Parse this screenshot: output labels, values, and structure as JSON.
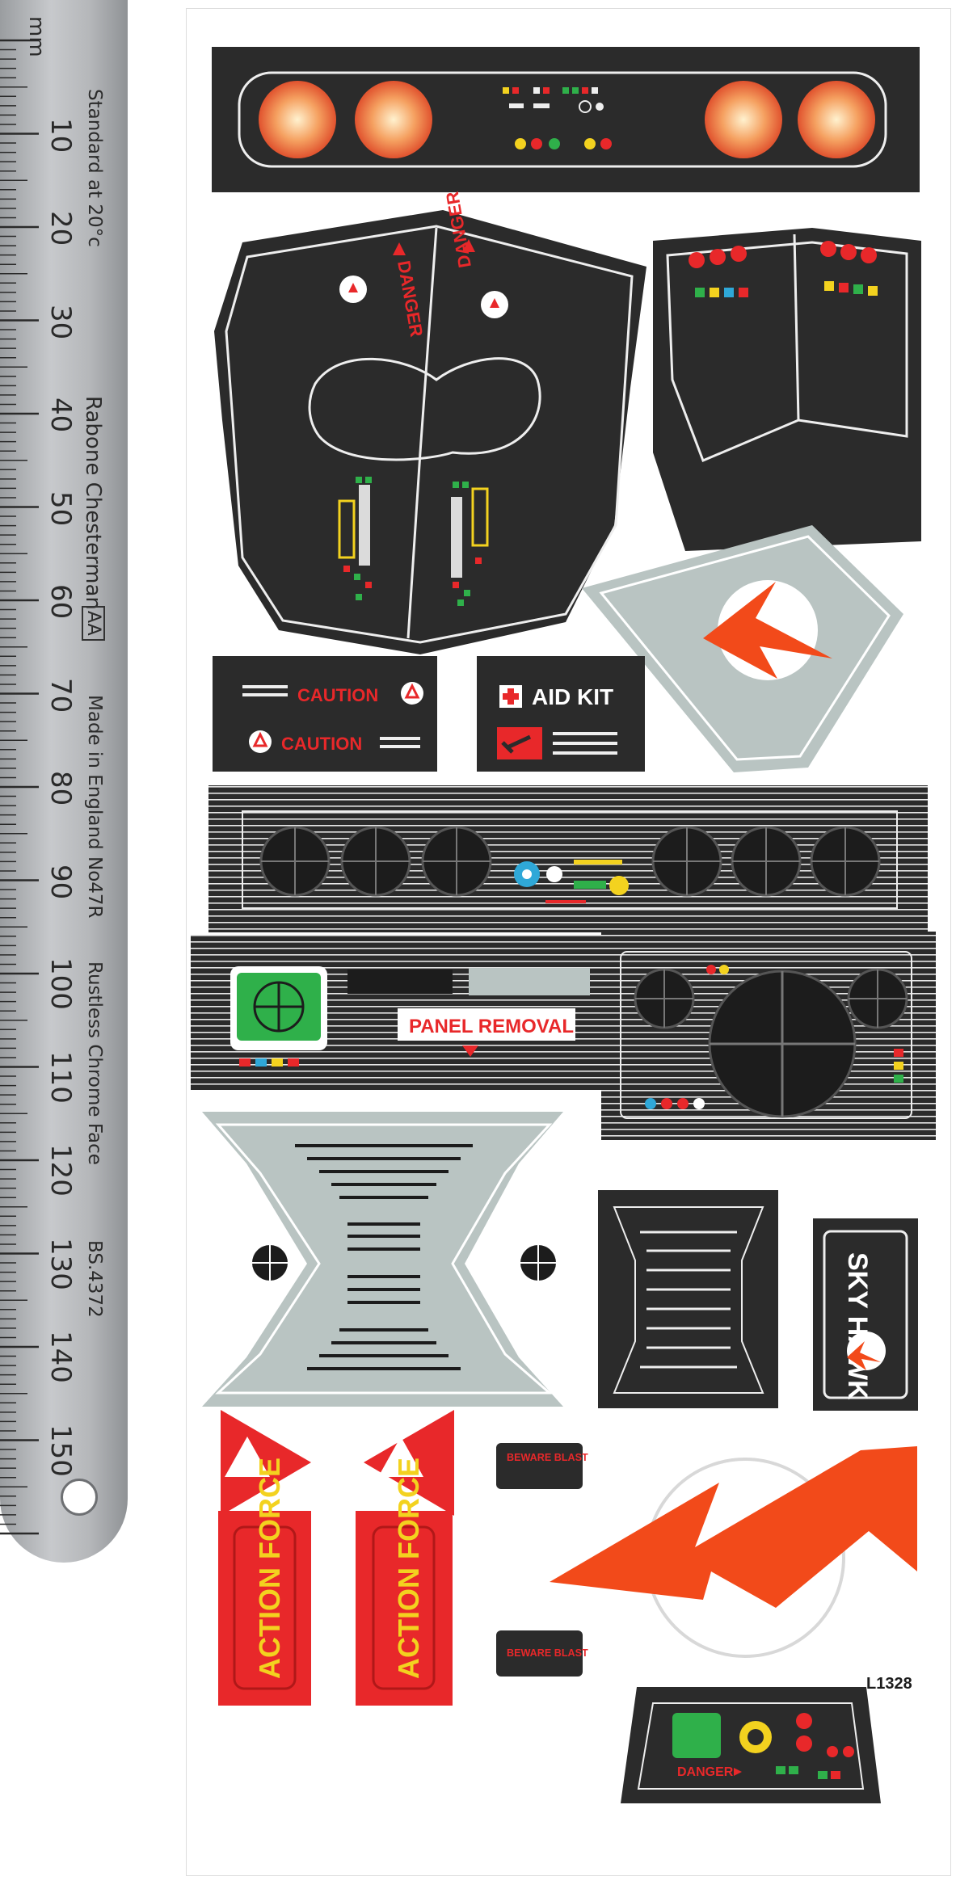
{
  "ruler": {
    "unit": "mm",
    "standard": "Standard at 20°c",
    "brand": "Rabone Chesterman",
    "logo": "AA",
    "made_in": "Made in England",
    "model": "No47R",
    "finish": "Rustless Chrome Face",
    "spec": "BS.4372",
    "numbers": [
      "10",
      "20",
      "30",
      "40",
      "50",
      "60",
      "70",
      "80",
      "90",
      "100",
      "110",
      "120",
      "130",
      "140",
      "150"
    ]
  },
  "decals": {
    "danger_left": "DANGER",
    "danger_right": "DANGER",
    "caution_1": "CAUTION",
    "caution_2": "CAUTION",
    "aid_kit": "AID KIT",
    "panel_removal": "PANEL REMOVAL",
    "sky_hawk": "SKY HAWK",
    "beware_blast_1": "BEWARE BLAST",
    "beware_blast_2": "BEWARE BLAST",
    "action_force_1": "ACTION FORCE",
    "action_force_2": "ACTION FORCE",
    "danger_bottom": "DANGER",
    "code": "L1328"
  },
  "colors": {
    "panel_black": "#2b2b2b",
    "decal_red": "#e8282a",
    "logo_orange": "#f24a1a",
    "grey_blue": "#b9c4c2",
    "action_yellow": "#f3d21f",
    "radar_green": "#2fb04a",
    "lamp_orange": "#f29a55"
  }
}
